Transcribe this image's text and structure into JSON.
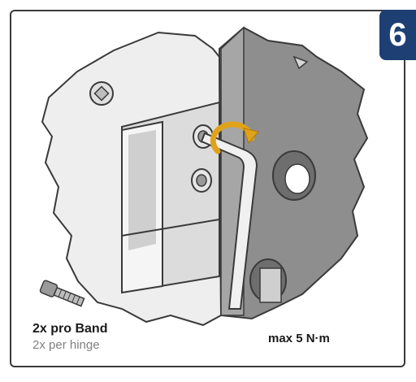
{
  "step": {
    "number": "6"
  },
  "caption": {
    "line_de": "2x pro Band",
    "line_en": "2x per hinge"
  },
  "torque": {
    "label": "max 5 N·m"
  },
  "icons": {
    "screw": "socket-head-screw-icon",
    "rotation": "rotation-arrow-icon",
    "hex_key": "hex-key-icon"
  },
  "colors": {
    "badge": "#1d3f74",
    "arrow": "#e0a21a",
    "metal_light": "#e6e6e6",
    "metal_dark": "#8a8a8a"
  }
}
